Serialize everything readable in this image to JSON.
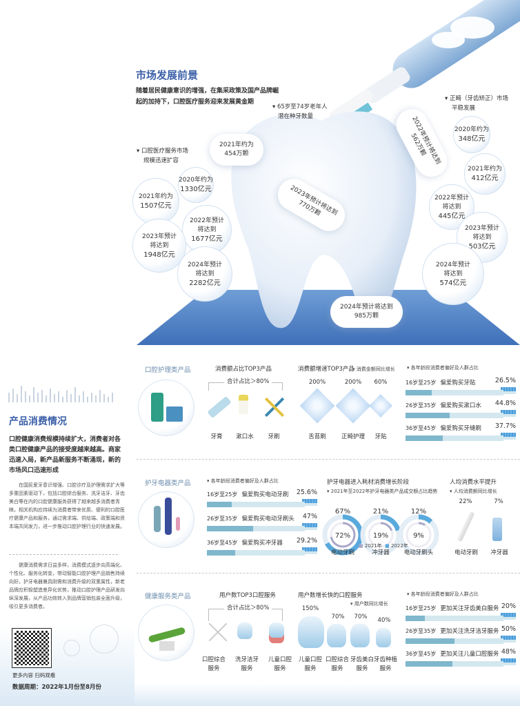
{
  "market": {
    "title": "市场发展前景",
    "intro": "随着居民健康意识的增强，在集采政策及国产品牌崛起的加持下，口腔医疗服务迎来发展黄金期",
    "medical": {
      "note1": "▾ 口腔医疗服务市场",
      "note2": "规模迅速扩容",
      "items": [
        {
          "l1": "2020年约为",
          "l3": "1330亿元"
        },
        {
          "l1": "2021年约为",
          "l3": "1507亿元"
        },
        {
          "l1": "2022年预计",
          "l2": "将达到",
          "l3": "1677亿元"
        },
        {
          "l1": "2023年预计",
          "l2": "将达到",
          "l3": "1948亿元"
        },
        {
          "l1": "2024年预计",
          "l2": "将达到",
          "l3": "2282亿元"
        }
      ]
    },
    "implant": {
      "note1": "▾ 65岁至74岁老年人",
      "note2": "潜在种牙数量",
      "items": [
        {
          "l1": "2021年约为",
          "l2": "454万颗"
        },
        {
          "l1": "2022年预计将达到",
          "l2": "562万颗"
        },
        {
          "l1": "2023年预计将达到",
          "l2": "770万颗"
        },
        {
          "l1": "2024年预计将达到",
          "l2": "985万颗"
        }
      ]
    },
    "ortho": {
      "note1": "▾ 正畸（牙齿矫正）市场",
      "note2": "平稳发展",
      "items": [
        {
          "l1": "2020年约为",
          "l3": "348亿元"
        },
        {
          "l1": "2021年约为",
          "l3": "412亿元"
        },
        {
          "l1": "2022年预计",
          "l2": "将达到",
          "l3": "445亿元"
        },
        {
          "l1": "2023年预计",
          "l2": "将达到",
          "l3": "503亿元"
        },
        {
          "l1": "2024年预计",
          "l2": "将达到",
          "l3": "574亿元"
        }
      ]
    }
  },
  "left": {
    "title": "产品消费情况",
    "lead": "口腔健康消费规模持续扩大，消费者对各类口腔健康产品的接受度越来越高。商家迅速入局，新产品新服务不断涌现，新的市场风口迅速形成",
    "p1": "在国民爱牙意识增强、口腔诊疗及护理需求扩大等多重因素驱动下，包括口腔综合服务、洗牙洁牙、牙齿美白等在内的口腔健康服务获得了越来越多消费者青睐。相关机构应持续为消费者带来优质、便利的口腔医疗健康产品和服务，通过需求端、供给端、政策端和资本端共同发力，进一步推动口腔护理行业的快速发展。",
    "p2": "健康消费需求日益多样，消费模式逐步向高端化、个性化、服务化转变，带动智能口腔护理产品销售持续向好。护牙电器兼具刚需和消费升级的双重属性，新老品牌应积极塑造差异化优势，推动口腔护理产品研发向纵深发展，从产品功效转入到品牌营销包装全面升级，吸引更多消费者。",
    "qr_caption": "更多内容 扫码观看",
    "period": "数据周期：2022年1月份至8月份"
  },
  "care": {
    "label": "口腔护理类产品",
    "top3_title": "消费额占比TOP3产品",
    "top3_total": "合计占比＞80%",
    "top3": [
      "牙膏",
      "漱口水",
      "牙刷"
    ],
    "growth_title": "消费额增速TOP3产品",
    "growth_note": "▾ 消费金额同比增长",
    "growth": [
      {
        "name": "舌苔刷",
        "value": "200%"
      },
      {
        "name": "正畸护理",
        "value": "200%"
      },
      {
        "name": "牙贴",
        "value": "60%"
      }
    ],
    "pref_title": "▾ 各年龄段消费者偏好及人群占比",
    "pref": [
      {
        "age": "16岁至25岁",
        "text": "偏爱购买牙贴",
        "pct": "26.5%",
        "v": 26.5
      },
      {
        "age": "26岁至35岁",
        "text": "偏爱购买漱口水",
        "pct": "44.8%",
        "v": 44.8
      },
      {
        "age": "36岁至45岁",
        "text": "偏爱购买牙缝刷",
        "pct": "37.7%",
        "v": 37.7
      }
    ]
  },
  "electric": {
    "label": "护牙电器类产品",
    "pref_title": "▾ 各年龄段消费者偏好及人群占比",
    "pref": [
      {
        "age": "16岁至25岁",
        "text": "偏爱购买电动牙刷",
        "pct": "25.6%",
        "v": 25.6
      },
      {
        "age": "26岁至35岁",
        "text": "偏爱购买电动牙刷头",
        "pct": "47%",
        "v": 47
      },
      {
        "age": "36岁至45岁",
        "text": "偏爱购买冲牙器",
        "pct": "29.2%",
        "v": 29.2
      }
    ],
    "stage_title": "护牙电器进入耗材消费增长阶段",
    "stage_note": "▾ 2021年至2022年护牙电器类产品成交额占比趋势",
    "donuts": [
      {
        "name": "电动牙刷",
        "y2021": "72%",
        "y2022": "67%",
        "v2021": 72,
        "v2022": 67
      },
      {
        "name": "冲牙器",
        "y2021": "19%",
        "y2022": "21%",
        "v2021": 19,
        "v2022": 21
      },
      {
        "name": "电动牙刷头",
        "y2021": "9%",
        "y2022": "12%",
        "v2021": 9,
        "v2022": 12
      }
    ],
    "legend": [
      "2021年",
      "2022年"
    ],
    "percap_title": "人均消费水平提升",
    "percap_note": "▾ 人均消费额同比增长",
    "percap": [
      {
        "name": "电动牙刷",
        "value": "22%"
      },
      {
        "name": "冲牙器",
        "value": "7%"
      }
    ]
  },
  "service": {
    "label": "健康服务类产品",
    "top3_title": "用户数TOP3口腔服务",
    "top3_total": "合计占比＞80%",
    "top3": [
      [
        "口腔综合",
        "服务"
      ],
      [
        "洗牙洁牙",
        "服务"
      ],
      [
        "儿童口腔",
        "服务"
      ]
    ],
    "growth_title": "用户数增长快的口腔服务",
    "growth_note": "▾ 用户数同比增长",
    "growth": [
      {
        "n1": "儿童口腔",
        "n2": "服务",
        "value": "150%"
      },
      {
        "n1": "口腔综合",
        "n2": "服务",
        "value": "70%"
      },
      {
        "n1": "牙齿美白",
        "n2": "服务",
        "value": "70%"
      },
      {
        "n1": "牙齿种植",
        "n2": "服务",
        "value": "40%"
      }
    ],
    "pref_title": "▾ 各年龄段消费者偏好及人群占比",
    "pref": [
      {
        "age": "16岁至25岁",
        "text": "更加关注牙齿美白服务",
        "pct": "20%",
        "v": 20
      },
      {
        "age": "26岁至35岁",
        "text": "更加关注洗牙洁牙服务",
        "pct": "50%",
        "v": 50
      },
      {
        "age": "36岁至45岁",
        "text": "更加关注儿童口腔服务",
        "pct": "48%",
        "v": 48
      }
    ]
  },
  "colors": {
    "title": "#3a5ea8",
    "bar": "#7fb7cd",
    "ring2022": "#5aa9dc",
    "ring2021": "#a9a8c8"
  }
}
